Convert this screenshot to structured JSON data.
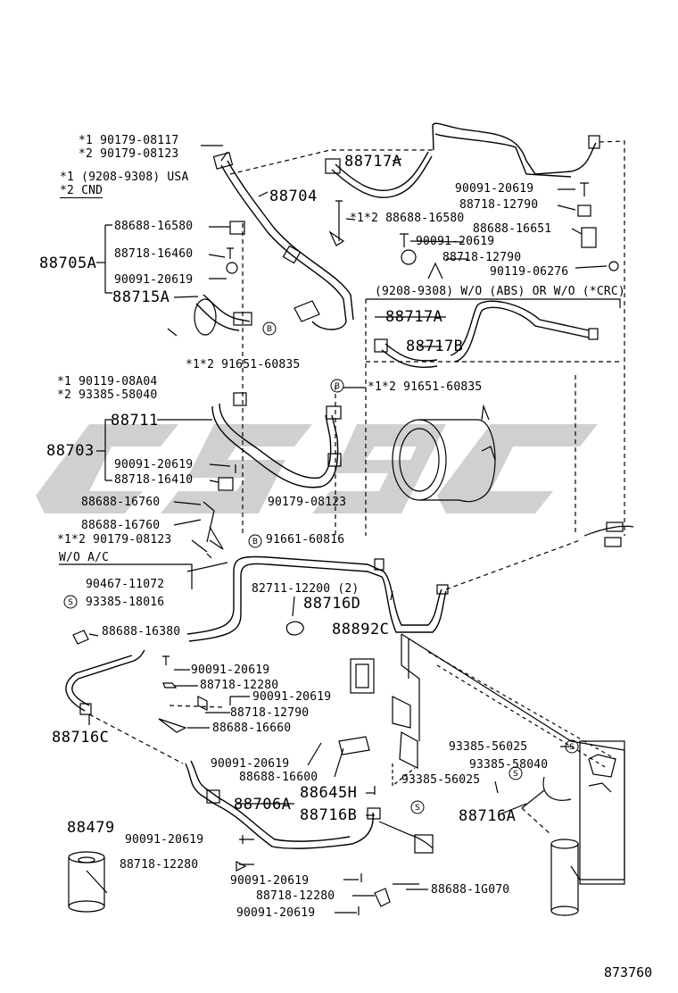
{
  "diagram_id": "873760",
  "watermark_text": "cscc",
  "footnotes": {
    "note1": "*1  (9208-9308) USA",
    "note2": "*2  CND"
  },
  "variant_label": "(9208-9308) W/O (ABS) OR  W/O (*CRC)",
  "wo_ac_label": "W/O  A/C",
  "labels": {
    "l_90179_08117": "*1 90179-08117",
    "l_90179_08123_top": "*2 90179-08123",
    "l_88704": "88704",
    "l_88717A_top": "88717A",
    "l_90091_20619_a": "90091-20619",
    "l_88718_12790_a": "88718-12790",
    "l_88688_16580_a": "*1*2 88688-16580",
    "l_88688_16651": "88688-16651",
    "l_90091_20619_b": "90091-20619",
    "l_88718_12790_b": "88718-12790",
    "l_90119_06276": "90119-06276",
    "l_88688_16580_b": "88688-16580",
    "l_88705A": "88705A",
    "l_88718_16460": "88718-16460",
    "l_90091_20619_c": "90091-20619",
    "l_88715A": "88715A",
    "l_88717A_mid": "88717A",
    "l_88717B": "88717B",
    "l_91651_60835_a": "*1*2 91651-60835",
    "l_90119_08A04": "*1 90119-08A04",
    "l_93385_58040_a": "*2 93385-58040",
    "l_91651_60835_b": "*1*2 91651-60835",
    "l_88711": "88711",
    "l_88703": "88703",
    "l_90091_20619_d": "90091-20619",
    "l_88718_16410": "88718-16410",
    "l_88688_16760_a": "88688-16760",
    "l_90179_08123_mid": "90179-08123",
    "l_88688_16760_b": "88688-16760",
    "l_90179_08123_c": "*1*2 90179-08123",
    "l_91661_60816": "91661-60816",
    "l_90467_11072": "90467-11072",
    "l_93385_18016": "93385-18016",
    "l_88688_16380": "88688-16380",
    "l_82711_12200": "82711-12200 (2)",
    "l_88716D": "88716D",
    "l_88892C": "88892C",
    "l_90091_20619_e": "90091-20619",
    "l_88718_12280_a": "88718-12280",
    "l_90091_20619_f": "90091-20619",
    "l_88718_12790_c": "88718-12790",
    "l_88688_16660": "88688-16660",
    "l_88716C": "88716C",
    "l_90091_20619_g": "90091-20619",
    "l_88688_16600": "88688-16600",
    "l_93385_56025_a": "93385-56025",
    "l_93385_58040_b": "93385-58040",
    "l_93385_56025_b": "93385-56025",
    "l_88645H": "88645H",
    "l_88706A": "88706A",
    "l_88716B": "88716B",
    "l_88716A": "88716A",
    "l_88479": "88479",
    "l_90091_20619_h": "90091-20619",
    "l_88718_12280_b": "88718-12280",
    "l_90091_20619_i": "90091-20619",
    "l_88718_12280_c": "88718-12280",
    "l_88688_1G070": "88688-1G070",
    "l_90091_20619_j": "90091-20619"
  },
  "symbols": {
    "B": "B",
    "S": "S"
  },
  "colors": {
    "ink": "#000000",
    "watermark": "#c8c8c8"
  }
}
